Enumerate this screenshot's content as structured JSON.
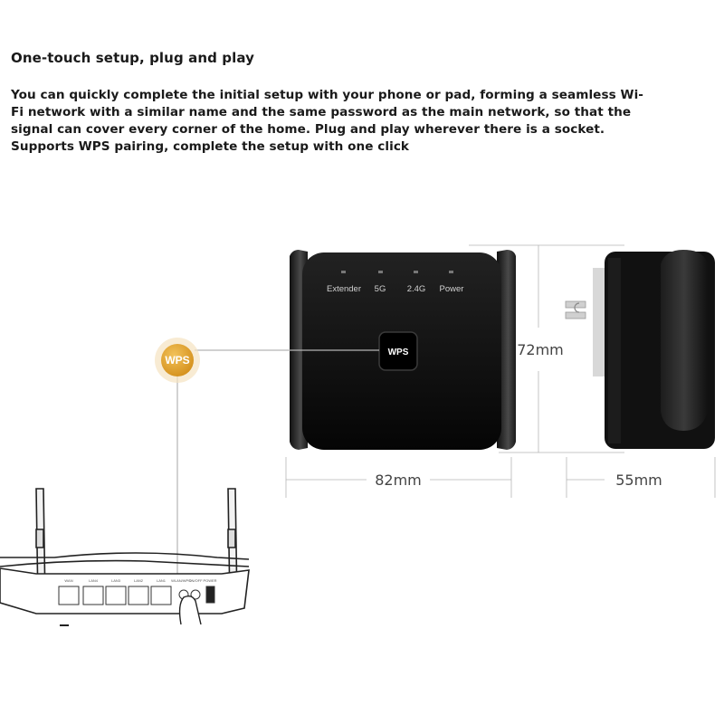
{
  "heading": "One-touch setup, plug and play",
  "description": "You can quickly complete the initial setup with your phone or pad, forming a seamless Wi-Fi network with a similar name and the same password as the main network, so that the signal can cover every corner of the home. Plug and play wherever there is a socket. Supports WPS pairing, complete the setup with one click",
  "device": {
    "indicators": [
      "Extender",
      "5G",
      "2.4G",
      "Power"
    ],
    "wps_button_label": "WPS"
  },
  "badge": {
    "label": "WPS"
  },
  "dimensions": {
    "height": "72mm",
    "width": "82mm",
    "depth": "55mm"
  },
  "router": {
    "port_labels": [
      "WAN",
      "LAN4",
      "LAN3",
      "LAN2",
      "LAN1",
      "WLAN/WPS",
      "ON/OFF",
      "POWER"
    ]
  },
  "colors": {
    "badge": "#e0a12e",
    "device_body": "#0d0d0d",
    "leader_line": "#b5b5b5"
  }
}
